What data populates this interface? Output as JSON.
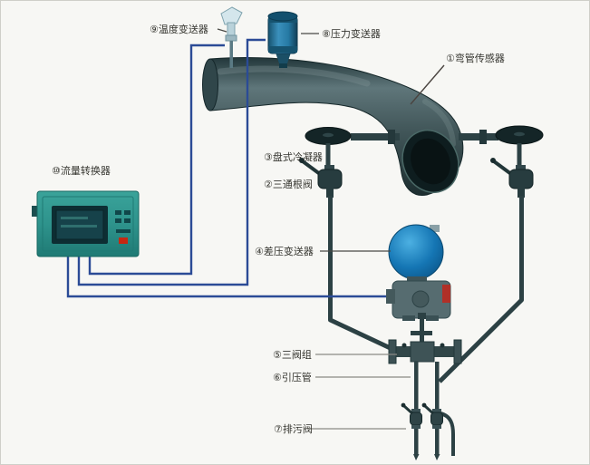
{
  "figure": {
    "type": "flowmeter-installation-diagram"
  },
  "labels": {
    "flow_converter": "⑩流量转换器",
    "temperature_transmitter": "⑨温度变送器",
    "pressure_transmitter": "⑧压力变送器",
    "elbow_sensor": "①弯管传感器",
    "disc_condenser": "③盘式冷凝器",
    "three_way_root_valve": "②三通根阀",
    "differential_pressure_transmitter": "④差压变送器",
    "three_valve_manifold": "⑤三阀组",
    "impulse_pipe": "⑥引压管",
    "drain_valve": "⑦排污阀"
  },
  "colors": {
    "pipe": "#3c5356",
    "condenser_disc": "#142527",
    "signal_wire": "#2b4b96",
    "dp_transmitter_head": "#1e7fc0",
    "dp_transmitter_tag": "#b03028",
    "converter_body": "#2e938c",
    "converter_screen": "#0d2e33",
    "converter_button_red": "#c62812",
    "pressure_transmitter_body": "#2579a3",
    "temperature_transmitter_head": "#d4e6ec",
    "leader_gray": "#8a8a84",
    "background": "#f7f7f4"
  }
}
